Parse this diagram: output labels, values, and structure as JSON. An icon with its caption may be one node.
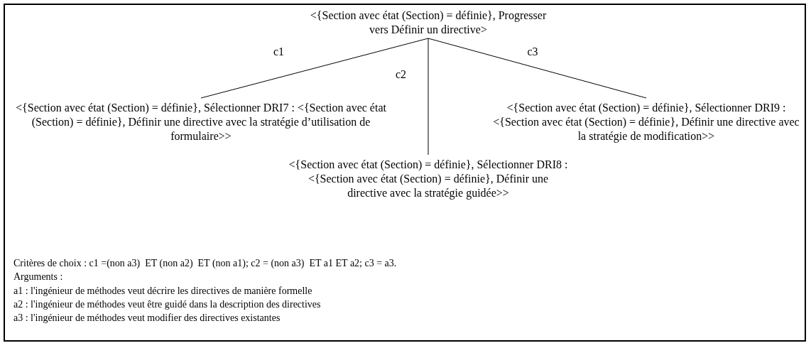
{
  "diagram": {
    "nodes": [
      {
        "text": [
          "<{Section avec état (Section) = définie}, Progresser vers Définir un directive>"
        ]
      },
      {
        "text": [
          "<{Section avec état (Section) = définie}, Sélectionner DRI7 : <{Section avec état (Section) = définie}, Définir une directive avec la stratégie d’utilisation de formulaire>>"
        ]
      },
      {
        "text": [
          "<{Section avec état (Section) = définie}, Sélectionner DRI9 : <{Section avec état (Section) = définie}, Définir une directive avec la stratégie de modification>>"
        ]
      },
      {
        "text": [
          "<{Section avec état (Section) = définie}, Sélectionner DRI8 : <{Section avec état (Section) = définie}, Définir une directive avec la stratégie guidée>>"
        ]
      }
    ],
    "edges": [
      {
        "from": 0,
        "to": 1,
        "arrow": "none",
        "label": "c1"
      },
      {
        "from": 0,
        "to": 3,
        "arrow": "none",
        "label": "c2"
      },
      {
        "from": 0,
        "to": 2,
        "arrow": "none",
        "label": "c3"
      }
    ],
    "labels": [
      "Critères de choix : c1 =(non a3)  ET (non a2)  ET (non a1); c2 = (non a3)  ET a1 ET a2; c3 = a3.",
      "Arguments :",
      "a1 : l'ingénieur de méthodes veut décrire les directives de manière formelle",
      "a2 : l'ingénieur de méthodes veut être guidé dans la description des directives",
      "a3 : l'ingénieur de méthodes veut modifier des directives existantes"
    ]
  }
}
